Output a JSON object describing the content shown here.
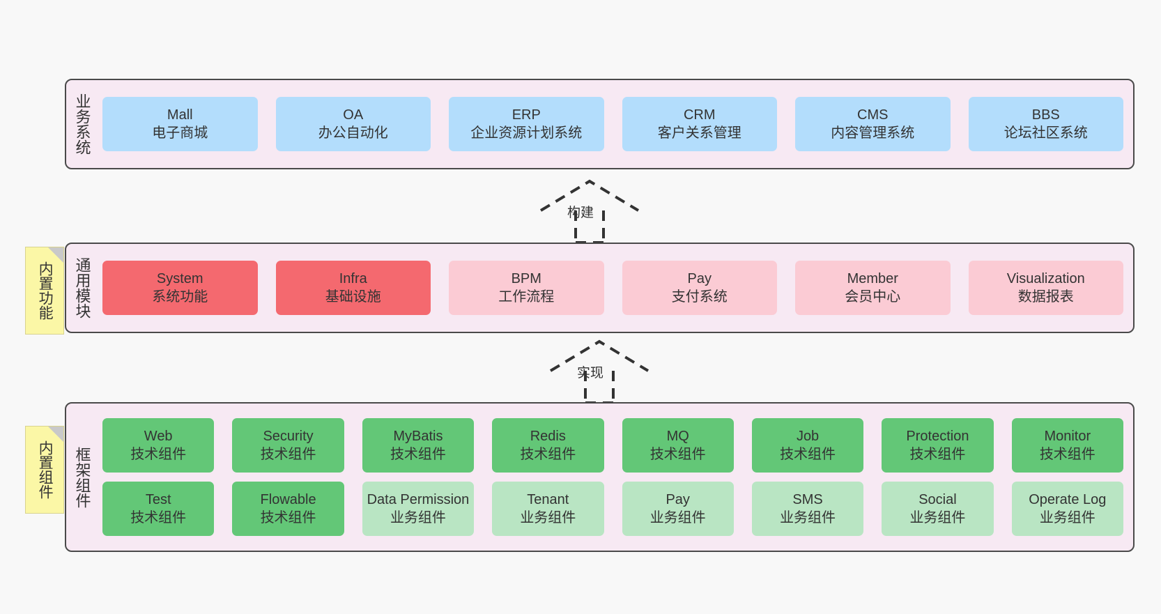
{
  "diagram": {
    "background_color": "#f8f8f8",
    "layer_fill": "#f7e9f3",
    "layer_border": "#4a4a4a",
    "note_fill": "#fbf7a6"
  },
  "layers": [
    {
      "id": "business",
      "title": "业务系统",
      "rows": [
        {
          "nodes": [
            {
              "title": "Mall",
              "subtitle": "电子商城",
              "color": "#b3ddfc",
              "variant": "c-blue"
            },
            {
              "title": "OA",
              "subtitle": "办公自动化",
              "color": "#b3ddfc",
              "variant": "c-blue"
            },
            {
              "title": "ERP",
              "subtitle": "企业资源计划系统",
              "color": "#b3ddfc",
              "variant": "c-blue"
            },
            {
              "title": "CRM",
              "subtitle": "客户关系管理",
              "color": "#b3ddfc",
              "variant": "c-blue"
            },
            {
              "title": "CMS",
              "subtitle": "内容管理系统",
              "color": "#b3ddfc",
              "variant": "c-blue"
            },
            {
              "title": "BBS",
              "subtitle": "论坛社区系统",
              "color": "#b3ddfc",
              "variant": "c-blue"
            }
          ]
        }
      ]
    },
    {
      "id": "common",
      "title": "通用模块",
      "note": "内置功能",
      "rows": [
        {
          "nodes": [
            {
              "title": "System",
              "subtitle": "系统功能",
              "color": "#f4696f",
              "variant": "c-red"
            },
            {
              "title": "Infra",
              "subtitle": "基础设施",
              "color": "#f4696f",
              "variant": "c-red"
            },
            {
              "title": "BPM",
              "subtitle": "工作流程",
              "color": "#fbcbd4",
              "variant": "c-pink"
            },
            {
              "title": "Pay",
              "subtitle": "支付系统",
              "color": "#fbcbd4",
              "variant": "c-pink"
            },
            {
              "title": "Member",
              "subtitle": "会员中心",
              "color": "#fbcbd4",
              "variant": "c-pink"
            },
            {
              "title": "Visualization",
              "subtitle": "数据报表",
              "color": "#fbcbd4",
              "variant": "c-pink"
            }
          ]
        }
      ]
    },
    {
      "id": "framework",
      "title": "框架组件",
      "note": "内置组件",
      "rows": [
        {
          "nodes": [
            {
              "title": "Web",
              "subtitle": "技术组件",
              "color": "#63c777",
              "variant": "c-green"
            },
            {
              "title": "Security",
              "subtitle": "技术组件",
              "color": "#63c777",
              "variant": "c-green"
            },
            {
              "title": "MyBatis",
              "subtitle": "技术组件",
              "color": "#63c777",
              "variant": "c-green"
            },
            {
              "title": "Redis",
              "subtitle": "技术组件",
              "color": "#63c777",
              "variant": "c-green"
            },
            {
              "title": "MQ",
              "subtitle": "技术组件",
              "color": "#63c777",
              "variant": "c-green"
            },
            {
              "title": "Job",
              "subtitle": "技术组件",
              "color": "#63c777",
              "variant": "c-green"
            },
            {
              "title": "Protection",
              "subtitle": "技术组件",
              "color": "#63c777",
              "variant": "c-green"
            },
            {
              "title": "Monitor",
              "subtitle": "技术组件",
              "color": "#63c777",
              "variant": "c-green"
            }
          ]
        },
        {
          "nodes": [
            {
              "title": "Test",
              "subtitle": "技术组件",
              "color": "#63c777",
              "variant": "c-green"
            },
            {
              "title": "Flowable",
              "subtitle": "技术组件",
              "color": "#63c777",
              "variant": "c-green"
            },
            {
              "title": "Data Permission",
              "subtitle": "业务组件",
              "color": "#b9e5c3",
              "variant": "c-lightgreen"
            },
            {
              "title": "Tenant",
              "subtitle": "业务组件",
              "color": "#b9e5c3",
              "variant": "c-lightgreen"
            },
            {
              "title": "Pay",
              "subtitle": "业务组件",
              "color": "#b9e5c3",
              "variant": "c-lightgreen"
            },
            {
              "title": "SMS",
              "subtitle": "业务组件",
              "color": "#b9e5c3",
              "variant": "c-lightgreen"
            },
            {
              "title": "Social",
              "subtitle": "业务组件",
              "color": "#b9e5c3",
              "variant": "c-lightgreen"
            },
            {
              "title": "Operate Log",
              "subtitle": "业务组件",
              "color": "#b9e5c3",
              "variant": "c-lightgreen"
            }
          ]
        }
      ]
    }
  ],
  "connectors": [
    {
      "id": "build",
      "label": "构建",
      "style": "dashed-generalization"
    },
    {
      "id": "impl",
      "label": "实现",
      "style": "dashed-generalization"
    }
  ]
}
